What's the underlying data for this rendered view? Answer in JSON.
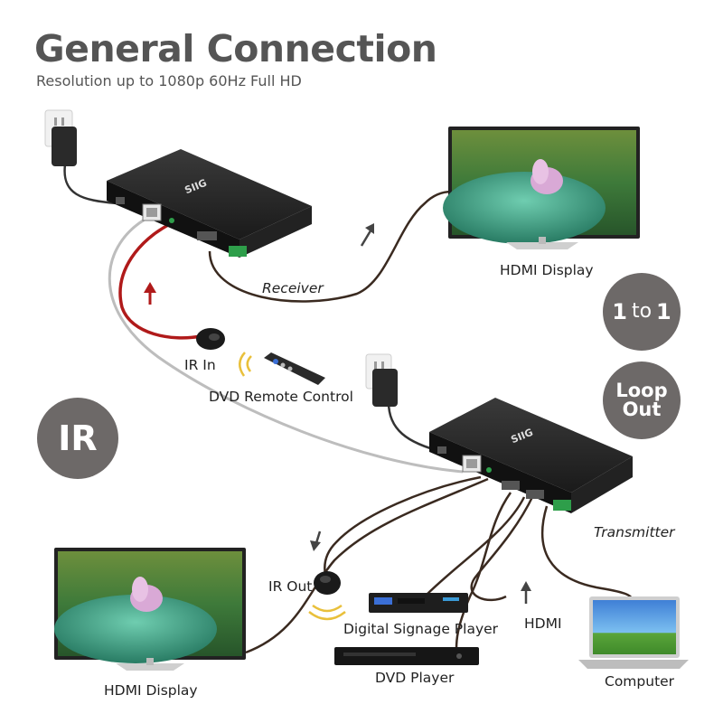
{
  "title": "General Connection",
  "subtitle": "Resolution up to 1080p 60Hz Full HD",
  "labels": {
    "receiver": "Receiver",
    "transmitter": "Transmitter",
    "hdmi_display_top": "HDMI Display",
    "hdmi_display_bottom": "HDMI Display",
    "ir_in": "IR In",
    "ir_out": "IR Out",
    "dvd_remote": "DVD Remote Control",
    "digital_signage": "Digital Signage Player",
    "hdmi": "HDMI",
    "dvd_player": "DVD Player",
    "computer": "Computer"
  },
  "badges": {
    "one_to_one_num_a": "1",
    "one_to_one_word": "to",
    "one_to_one_num_b": "1",
    "loop_out_line1": "Loop",
    "loop_out_line2": "Out",
    "ir": "IR"
  },
  "brand": "SIIG",
  "colors": {
    "text_gray": "#555555",
    "badge_gray": "#6d6968",
    "device_black": "#1c1c1c",
    "cable_dark": "#3a2a20",
    "ir_cable_red": "#b01a1a",
    "cat_cable_gray": "#b8b8b8",
    "terminal_green": "#2e9e4a"
  }
}
